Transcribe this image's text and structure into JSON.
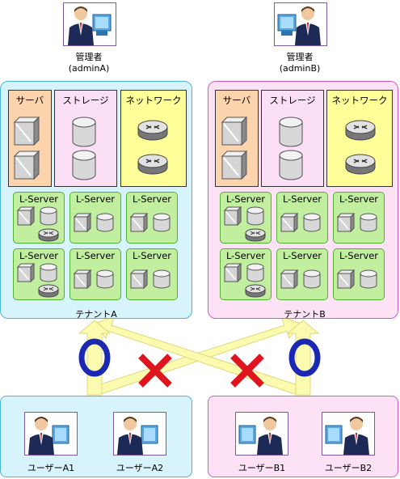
{
  "admins": [
    {
      "role": "管理者",
      "name": "(adminA)"
    },
    {
      "role": "管理者",
      "name": "(adminB)"
    }
  ],
  "resource_headers": {
    "server": "サーバ",
    "storage": "ストレージ",
    "network": "ネットワーク"
  },
  "lserver_label": "L-Server",
  "tenants": [
    {
      "name": "テナントA"
    },
    {
      "name": "テナントB"
    }
  ],
  "users": [
    {
      "name": "ユーザーA1"
    },
    {
      "name": "ユーザーA2"
    },
    {
      "name": "ユーザーB1"
    },
    {
      "name": "ユーザーB2"
    }
  ],
  "access": {
    "allowed_symbol": "○",
    "denied_symbol": "×"
  },
  "colors": {
    "tenantA_fill": "#d7f3fb",
    "tenantB_fill": "#fde2f6",
    "server_col": "#fbd3ad",
    "storage_col": "#fbe0f5",
    "network_col": "#ffff99",
    "lserver_fill": "#c2ee9f",
    "arrow_fill": "#fbfbb0",
    "allowed_mark": "#1a28b4",
    "denied_mark": "#e0141e"
  },
  "icons": [
    "admin-person-icon",
    "server-icon",
    "storage-disk-icon",
    "network-router-icon",
    "user-person-icon",
    "allowed-circle-icon",
    "denied-cross-icon"
  ]
}
